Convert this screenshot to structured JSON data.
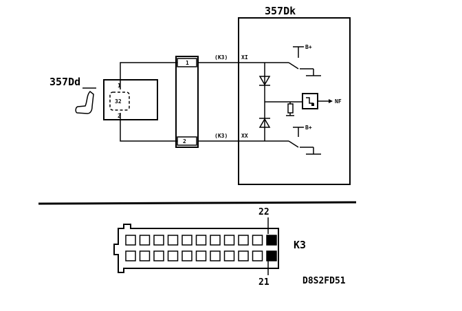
{
  "labels": {
    "module": "357Dk",
    "sensor": "357Dd",
    "sensor_pin": "32",
    "sensor_pin1": "1",
    "sensor_pin2": "2",
    "conn_pin1": "1",
    "conn_pin2": "2",
    "wire_top": "(K3)",
    "wire_bottom": "(K3)",
    "pin_top": "XI",
    "pin_bottom": "XX",
    "supply_top": "B+",
    "supply_bottom": "B+",
    "output": "NF",
    "connector": "K3",
    "pin_22": "22",
    "pin_21": "21",
    "figure_code": "D8S2FD51"
  },
  "connector_grid": {
    "columns": 11,
    "rows": 2,
    "highlighted_column": 11
  }
}
